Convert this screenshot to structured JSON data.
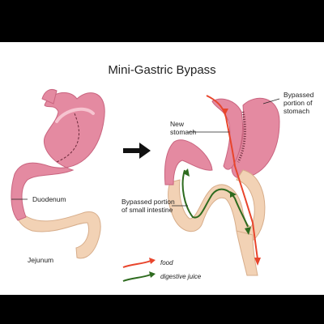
{
  "title": "Mini-Gastric Bypass",
  "labels": {
    "duodenum": "Duodenum",
    "jejunum": "Jejunum",
    "new_stomach": "New stomach",
    "bypassed_stomach": "Bypassed portion of stomach",
    "bypassed_intestine": "Bypassed portion of small intestine"
  },
  "legend": [
    {
      "label": "food",
      "color": "#e8452c"
    },
    {
      "label": "digestive juice",
      "color": "#2e6b1f"
    }
  ],
  "colors": {
    "stomach": "#e48aa1",
    "stomach_shade": "#c9647f",
    "intestine": "#f2d2b5",
    "background": "#ffffff"
  }
}
